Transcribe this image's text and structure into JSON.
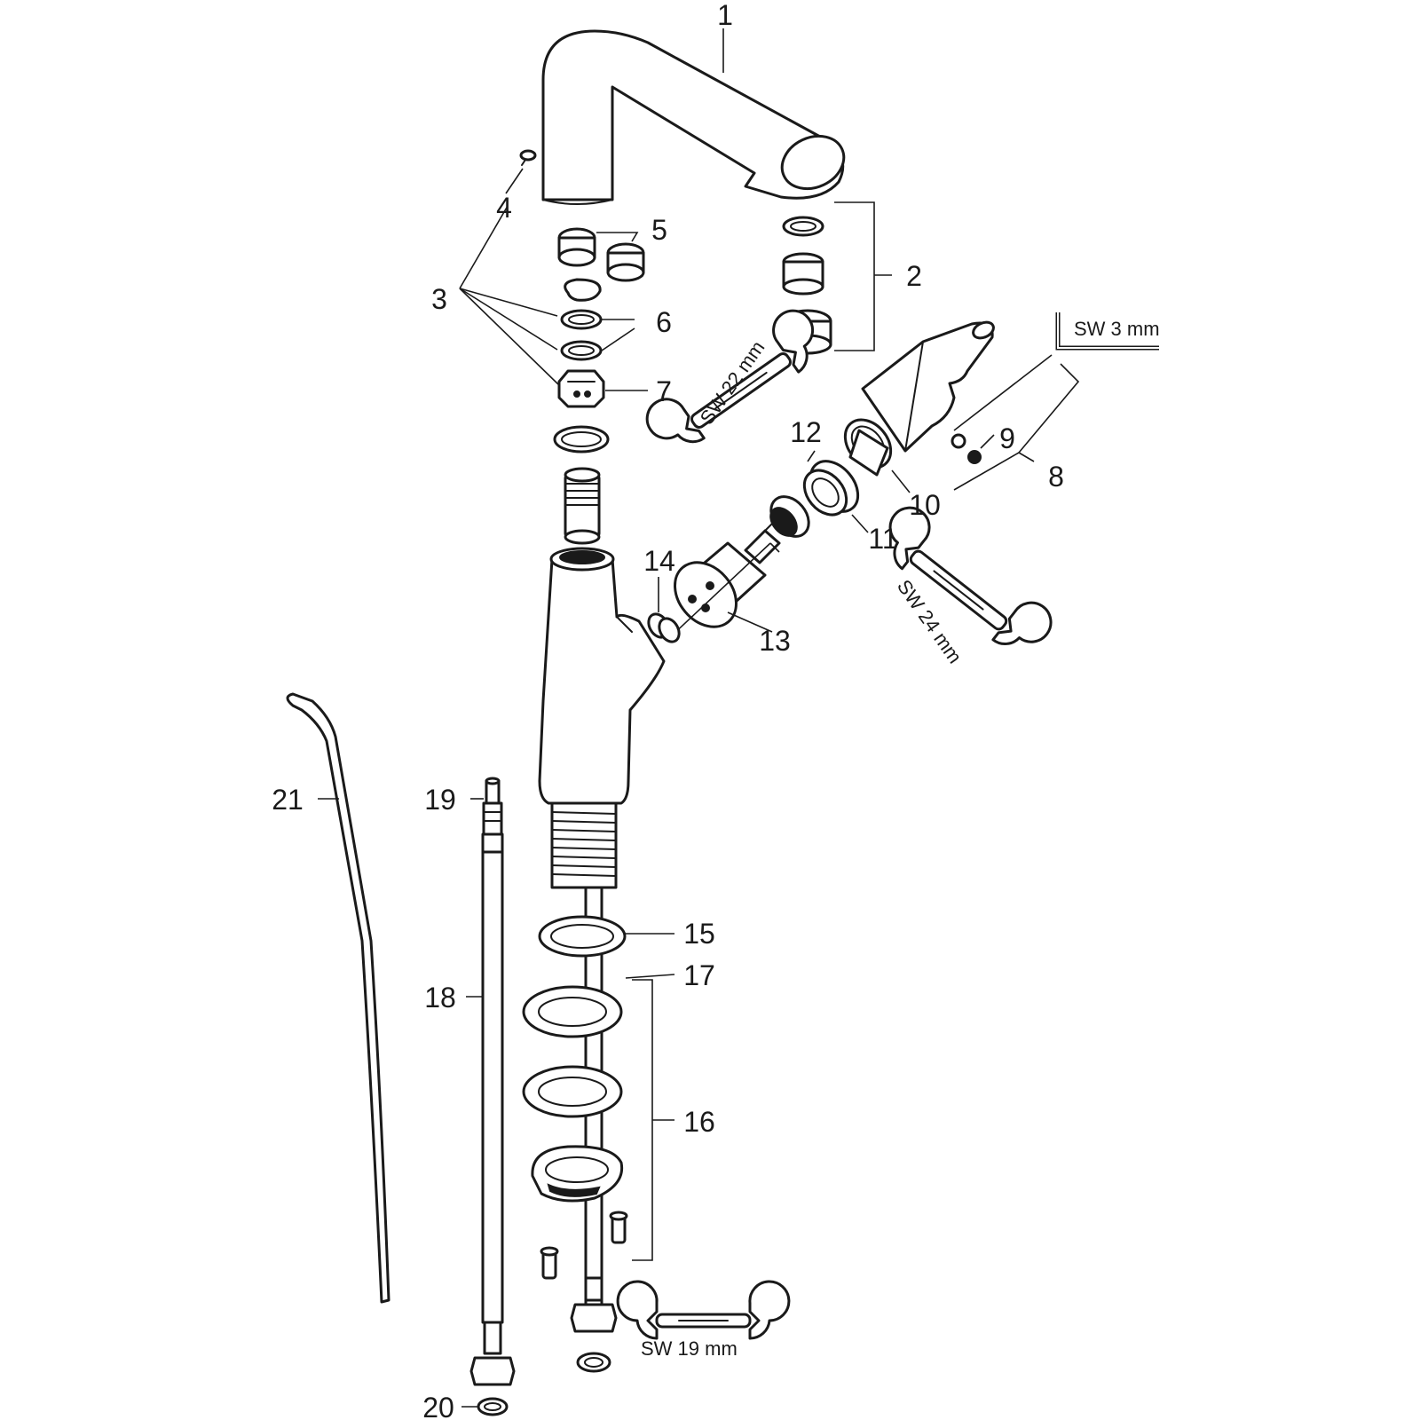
{
  "callouts": [
    "1",
    "2",
    "3",
    "4",
    "5",
    "6",
    "7",
    "8",
    "9",
    "10",
    "11",
    "12",
    "13",
    "14",
    "15",
    "16",
    "17",
    "18",
    "19",
    "20",
    "21"
  ],
  "tools": {
    "hex_key": "SW 3 mm",
    "wrench_22": "SW 22 mm",
    "wrench_24": "SW 24 mm",
    "wrench_19": "SW 19 mm"
  }
}
